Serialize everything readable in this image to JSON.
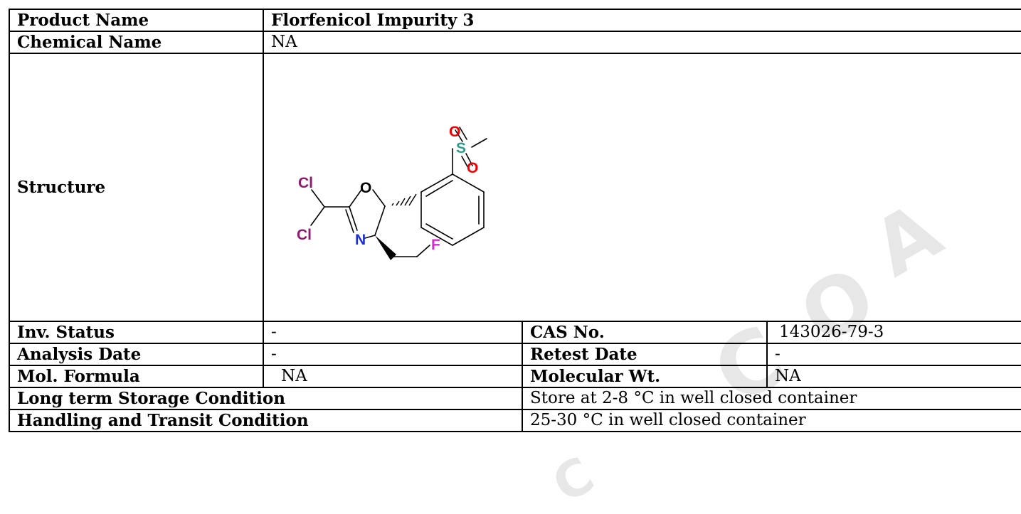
{
  "product": {
    "name_label": "Product Name",
    "name_value": "Florfenicol Impurity 3",
    "chemical_name_label": "Chemical Name",
    "chemical_name_value": "NA",
    "structure_label": "Structure"
  },
  "structure_atoms": {
    "o1": "O",
    "o_ring": "O",
    "o2": "O",
    "s": "S",
    "cl1": "Cl",
    "cl2": "Cl",
    "n": "N",
    "f": "F"
  },
  "atom_colors": {
    "oxygen": "#ee0000",
    "sulfur": "#2a9d8f",
    "chlorine": "#8b1a6e",
    "nitrogen": "#1d2fd6",
    "fluorine": "#d926d9"
  },
  "details": {
    "inv_status_label": "Inv. Status",
    "inv_status_value": "-",
    "cas_label": "CAS No.",
    "cas_value": "143026-79-3",
    "analysis_date_label": "Analysis Date",
    "analysis_date_value": "-",
    "retest_date_label": "Retest Date",
    "retest_date_value": "-",
    "mol_formula_label": "Mol. Formula",
    "mol_formula_value": "NA",
    "mol_wt_label": "Molecular Wt.",
    "mol_wt_value": "NA"
  },
  "storage": {
    "long_term_label": "Long term Storage Condition",
    "long_term_value": "Store at 2-8 °C in well closed container",
    "handling_label": "Handling and Transit Condition",
    "handling_value": "25-30 °C in well closed container"
  },
  "watermark": {
    "l1": "C",
    "l2": "O",
    "l3": "A",
    "l4": "C"
  }
}
